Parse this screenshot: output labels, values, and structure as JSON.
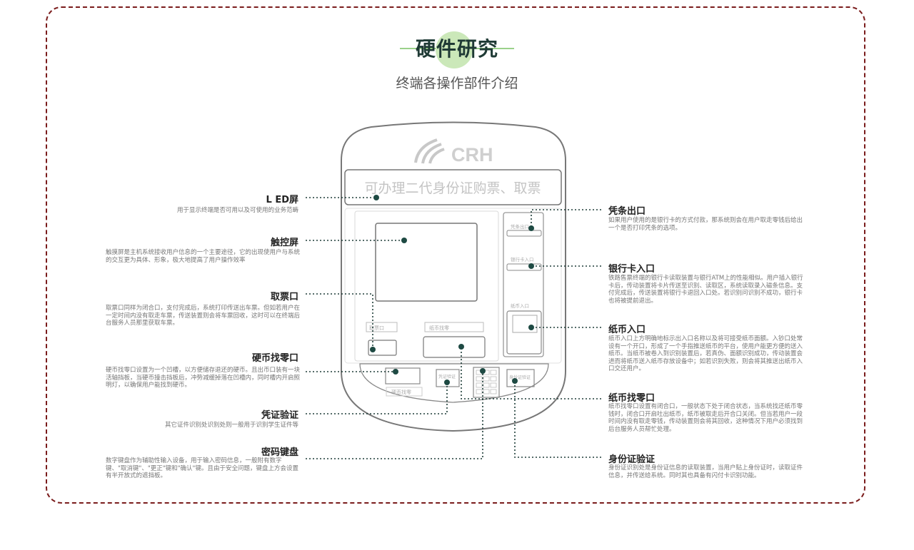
{
  "header": {
    "title": "硬件研究",
    "subtitle": "终端各操作部件介绍"
  },
  "machine": {
    "brand": "CRH",
    "led_text": "可办理二代身份证购票、取票",
    "small_labels": {
      "ticket_out": "取票口",
      "coin_change": "纸币找零",
      "coin_slot": "硬币找零",
      "voucher": "凭证验证",
      "id_verify": "身份证验证",
      "receipt": "凭条出口",
      "bank_card": "银行卡入口",
      "note_in": "纸币入口"
    }
  },
  "callouts": {
    "led": {
      "title": "L ED屏",
      "desc": "用于显示终端是否可用以及可使用的业务范畴"
    },
    "touch": {
      "title": "触控屏",
      "desc": "触摸屏是主机系统接收用户信息的一个主要途径，它的出现使用户与系统的交互更为具体、形象，极大地提高了用户操作效率"
    },
    "ticket": {
      "title": "取票口",
      "desc": "取票口同样为闭合口，支付完成后，系统打印传送出车票。但如若用户在一定时间内没有取走车票，传送装置则会将车票回收，这时可以在终端后台服务人员那里获取车票。"
    },
    "coin": {
      "title": "硬币找零口",
      "desc": "硬币找零口设置为一个凹槽，以方便储存退还的硬币。且出币口装有一块活轴挡板，当硬币撞击挡板后，冲势减缓掉落在凹槽内，同时槽内开启照明灯，以确保用户能找到硬币。"
    },
    "voucher": {
      "title": "凭证验证",
      "desc": "其它证件识别处识别处则一般用于识别学生证件等"
    },
    "keypad": {
      "title": "密码键盘",
      "desc": "数字键盘作为辅助性输入设备，用于输入密码信息，一般附有数字键、\"取消键\"、\"更正\"键和\"确认\"键。且由于安全问题，键盘上方会设置有半开放式的遮挡板。"
    },
    "receipt": {
      "title": "凭条出口",
      "desc": "如果用户使用的是银行卡的方式付款，那系统则会在用户取走零钱后给出一个是否打印凭条的选项。"
    },
    "bank": {
      "title": "银行卡入口",
      "desc": "铁路售票终端的银行卡读取装置与银行ATM上的性能相似。用户插入银行卡后，传动装置将卡片传送至识别、读取区，系统读取录入磁条信息。支付完成后，传送装置将银行卡退回入口处。若识别问识别不成功，银行卡也将被提前退出。"
    },
    "note": {
      "title": "纸币入口",
      "desc": "纸币入口上方明确地标示出入口名称以及将可接受纸币面额。入钞口处常设有一个开口，形成了一个手指推送纸币的平台，使用户能更方便的送入纸币。当纸币被卷入到识别装置后，若真伪、面额识别成功，传动装置会进而将纸币送入纸币存放设备中；如若识别失败，则会将其推送出纸币入口交还用户。"
    },
    "note_change": {
      "title": "纸币找零口",
      "desc": "纸币找零口设置有闭合口，一般状态下处于闭合状态，当系统找还纸币零钱时，闭合口开启吐出纸币，纸币被取走后开合口关闭。但当若用户一段时间内没有取走零钱，传动装置则会将其回收，这种情况下用户必须找到后台服务人员帮忙处理。"
    },
    "id": {
      "title": "身份证验证",
      "desc": "身份证识别处是身份证信息的读取装置，当用户贴上身份证时，读取证件信息，并传送给系统。同时其也具备有闪付卡识别功能。"
    }
  }
}
